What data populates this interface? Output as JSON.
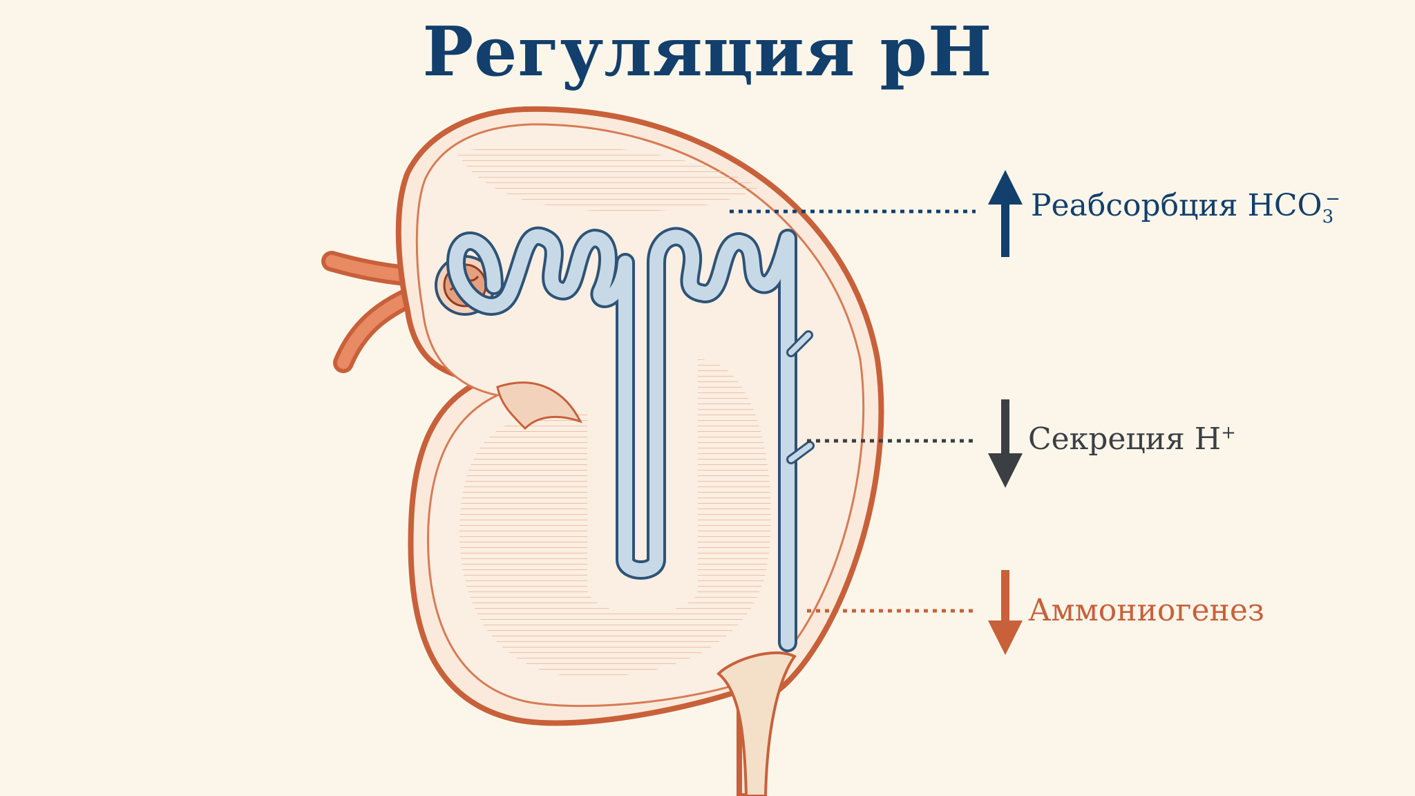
{
  "title": "Регуляция pH",
  "colors": {
    "title": "#123f6b",
    "kidney": "#c8603a",
    "kidney_fill": "#f8e2cf",
    "nephron_fill": "#c7d9e6",
    "nephron_outline": "#2d5377",
    "up": "#123f6b",
    "down": "#3b3f44",
    "ammonia": "#c8603a"
  },
  "labels": {
    "reabsorption": {
      "text": "Реабсорбция HCO",
      "sub": "3",
      "sup": "−",
      "direction": "up",
      "color": "#123f6b"
    },
    "secretion": {
      "text": "Секреция H",
      "sup": "+",
      "direction": "down",
      "color": "#3b3f44"
    },
    "ammoniagenesis": {
      "text": "Аммониогенез",
      "direction": "down",
      "color": "#c8603a"
    }
  },
  "icons": [
    "arrow-up-icon",
    "arrow-down-icon",
    "arrow-down-icon"
  ]
}
